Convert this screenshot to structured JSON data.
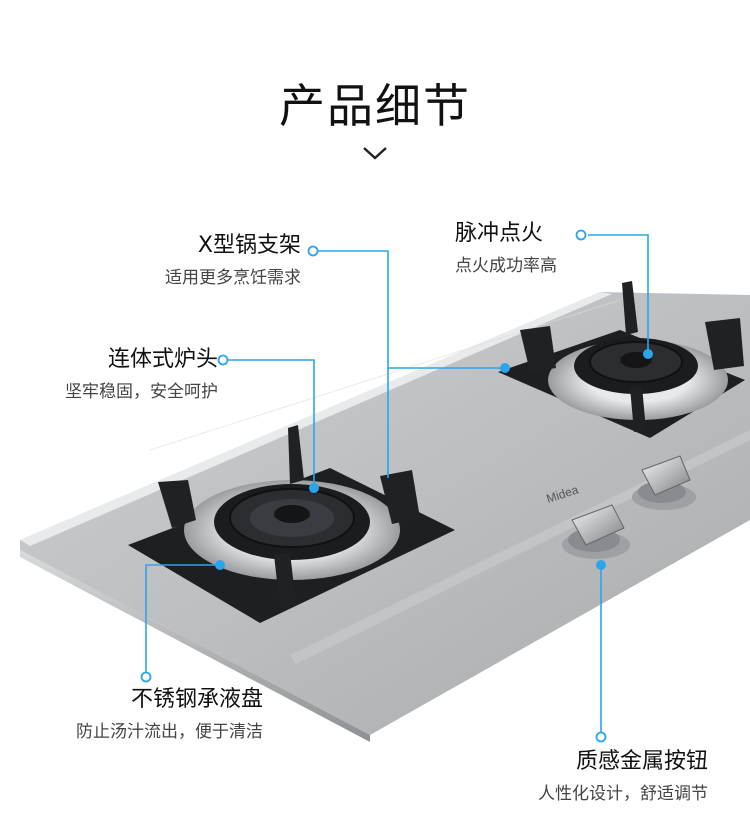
{
  "page": {
    "title": "产品细节",
    "accent_color": "#2aa6e8",
    "chevron_icon": "chevron-down-icon"
  },
  "features": [
    {
      "title": "X型锅支架",
      "subtitle": "适用更多烹饪需求"
    },
    {
      "title": "脉冲点火",
      "subtitle": "点火成功率高"
    },
    {
      "title": "连体式炉头",
      "subtitle": "坚牢稳固，安全呵护"
    },
    {
      "title": "不锈钢承液盘",
      "subtitle": "防止汤汁流出，便于清洁"
    },
    {
      "title": "质感金属按钮",
      "subtitle": "人性化设计，舒适调节"
    }
  ]
}
